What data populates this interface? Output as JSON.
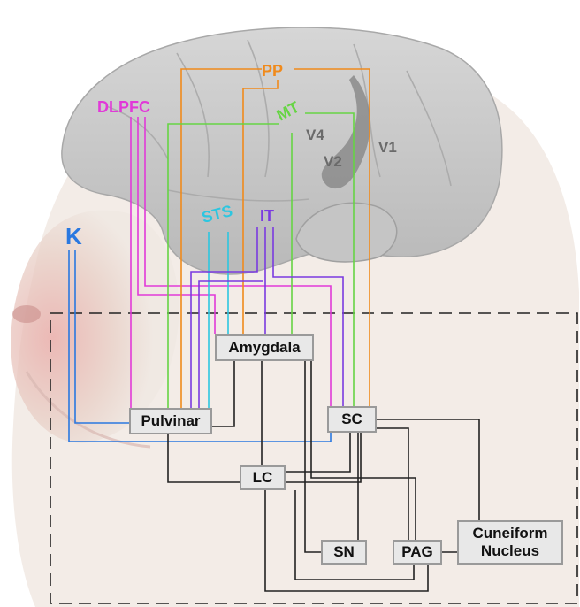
{
  "colors": {
    "k": "#2a78e0",
    "dlpfc": "#e13ad8",
    "pp": "#f08a1c",
    "mt": "#66d444",
    "sts": "#2cc6e0",
    "it": "#7a3ae0",
    "subcortical": "#222222",
    "visual_label": "#6a6a6a"
  },
  "cortical_labels": {
    "k": "K",
    "dlpfc": "DLPFC",
    "pp": "PP",
    "mt": "MT",
    "sts": "STS",
    "it": "IT",
    "v4": "V4",
    "v2": "V2",
    "v1": "V1"
  },
  "nodes": {
    "amygdala": "Amygdala",
    "pulvinar": "Pulvinar",
    "sc": "SC",
    "lc": "LC",
    "sn": "SN",
    "pag": "PAG",
    "cuneiform": "Cuneiform Nucleus"
  }
}
